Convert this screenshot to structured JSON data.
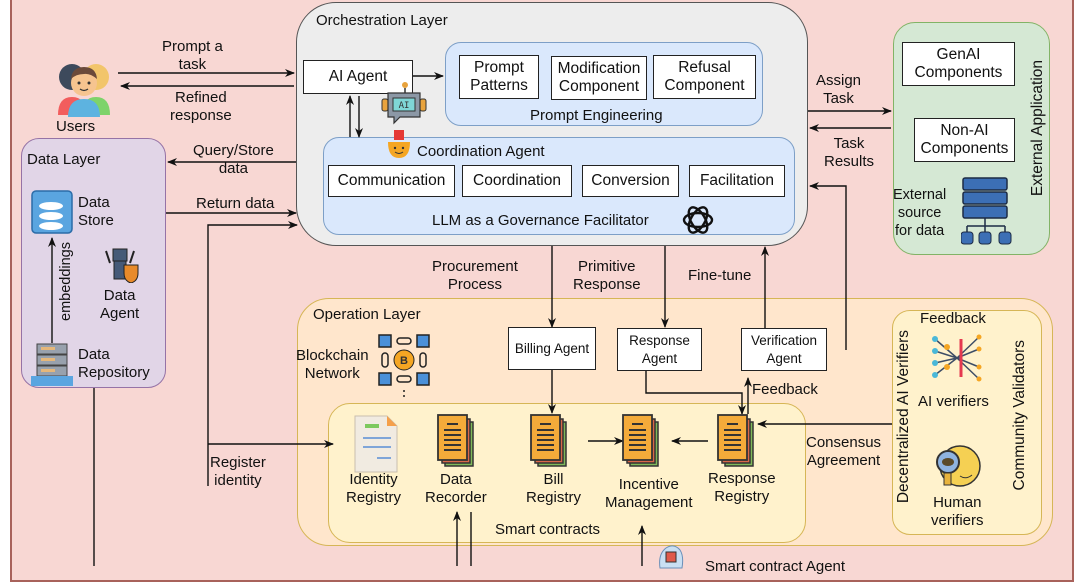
{
  "users": {
    "label": "Users"
  },
  "flows": {
    "prompt_task": "Prompt a\ntask",
    "refined_response": "Refined\nresponse",
    "query_store": "Query/Store\ndata",
    "return_data": "Return data",
    "assign_task": "Assign\nTask",
    "task_results": "Task\nResults",
    "procurement": "Procurement\nProcess",
    "primitive_response": "Primitive\nResponse",
    "fine_tune": "Fine-tune",
    "feedback_up": "Feedback",
    "register_identity": "Register\nidentity",
    "consensus": "Consensus\nAgreement",
    "embeddings": "embeddings"
  },
  "orchestration": {
    "title": "Orchestration Layer",
    "ai_agent": "AI Agent",
    "prompt_engineering": {
      "title": "Prompt Engineering",
      "items": [
        "Prompt\nPatterns",
        "Modification\nComponent",
        "Refusal\nComponent"
      ]
    },
    "coordination": {
      "agent": "Coordination Agent",
      "items": [
        "Communication",
        "Coordination",
        "Conversion",
        "Facilitation"
      ],
      "footer": "LLM as a Governance Facilitator"
    }
  },
  "external": {
    "title": "External Application",
    "genai": "GenAI\nComponents",
    "nonai": "Non-AI\nComponents",
    "source": "External\nsource\nfor data"
  },
  "data_layer": {
    "title": "Data Layer",
    "store": "Data\nStore",
    "agent": "Data\nAgent",
    "repository": "Data\nRepository"
  },
  "operation": {
    "title": "Operation Layer",
    "blockchain": "Blockchain\nNetwork",
    "billing_agent": "Billing Agent",
    "response_agent": "Response\nAgent",
    "verification_agent": "Verification\nAgent",
    "smart_contracts": {
      "title": "Smart contracts",
      "items": [
        "Identity\nRegistry",
        "Data\nRecorder",
        "Bill\nRegistry",
        "Incentive\nManagement",
        "Response\nRegistry"
      ]
    },
    "verifiers": {
      "left_title": "Decentralized AI Verifiers",
      "right_title": "Community Validators",
      "feedback": "Feedback",
      "ai": "AI verifiers",
      "human": "Human\nverifiers"
    }
  },
  "smart_contract_agent": "Smart contract Agent"
}
